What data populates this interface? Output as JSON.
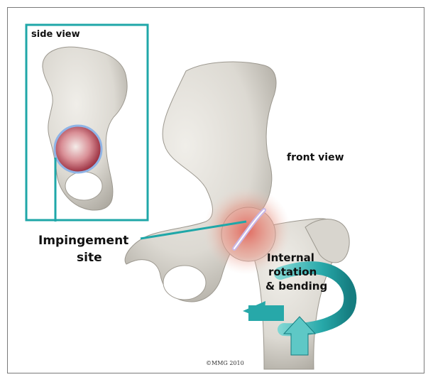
{
  "inset": {
    "label": "side view"
  },
  "main": {
    "label": "front view"
  },
  "callout": {
    "line1": "Impingement",
    "line2": "site"
  },
  "motion": {
    "line1": "Internal",
    "line2": "rotation",
    "line3": "& bending"
  },
  "copyright": "©MMG 2010",
  "colors": {
    "bone": "#dddbd5",
    "bone_shadow": "#a9a59c",
    "teal": "#1fa7a8",
    "inflammation": "#e0554a",
    "labrum": "#c9b7e6"
  }
}
